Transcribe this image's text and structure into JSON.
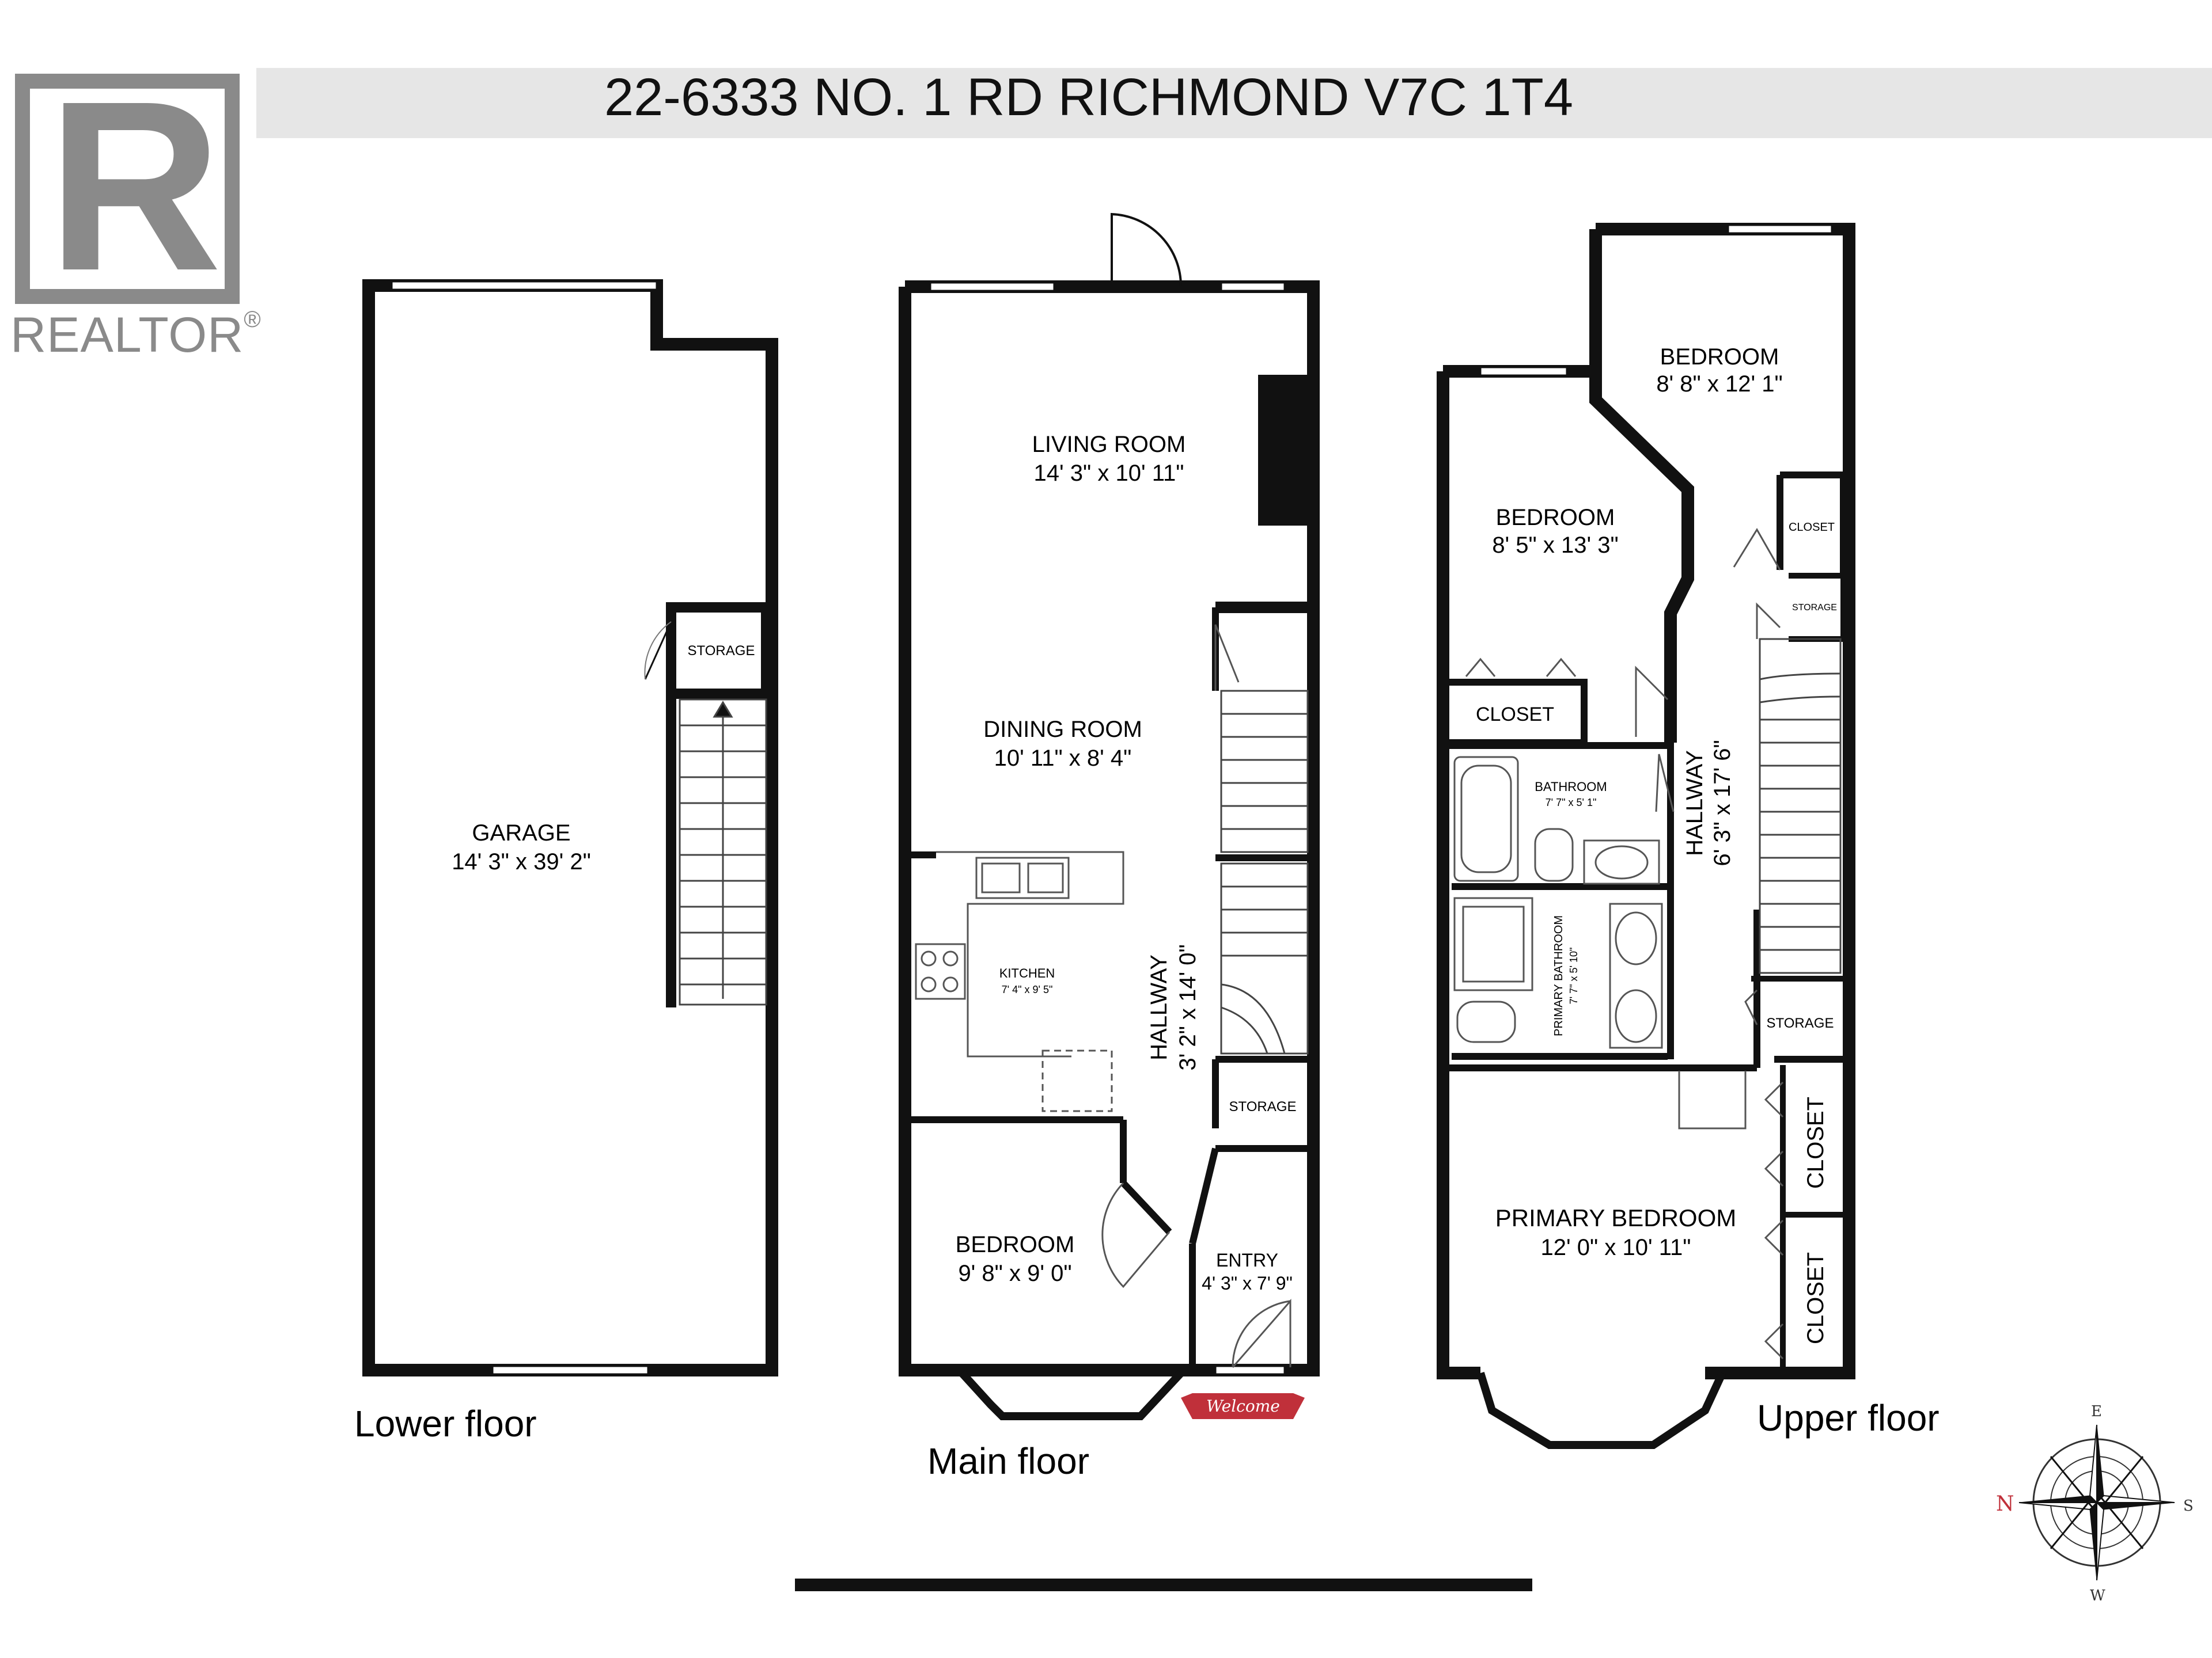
{
  "title": "22-6333 NO. 1 RD RICHMOND V7C 1T4",
  "logo": {
    "letter": "R",
    "wordmark": "REALTOR",
    "mark": "®"
  },
  "floors": {
    "lower": {
      "label": "Lower floor",
      "rooms": [
        {
          "name": "GARAGE",
          "dims": "14' 3\" x 39' 2\""
        },
        {
          "name": "STORAGE",
          "dims": ""
        }
      ]
    },
    "main": {
      "label": "Main floor",
      "rooms": [
        {
          "name": "LIVING ROOM",
          "dims": "14' 3\" x 10' 11\""
        },
        {
          "name": "DINING ROOM",
          "dims": "10' 11\" x 8' 4\""
        },
        {
          "name": "KITCHEN",
          "dims": "7' 4\" x 9' 5\""
        },
        {
          "name": "HALLWAY",
          "dims": "3' 2\" x 14' 0\""
        },
        {
          "name": "STORAGE",
          "dims": ""
        },
        {
          "name": "BEDROOM",
          "dims": "9' 8\" x 9' 0\""
        },
        {
          "name": "ENTRY",
          "dims": "4' 3\" x 7' 9\""
        }
      ],
      "welcome_mat": "Welcome"
    },
    "upper": {
      "label": "Upper floor",
      "rooms": [
        {
          "name": "BEDROOM",
          "dims": "8' 8\" x 12' 1\""
        },
        {
          "name": "BEDROOM",
          "dims": "8' 5\" x 13' 3\""
        },
        {
          "name": "CLOSET",
          "dims": ""
        },
        {
          "name": "STORAGE",
          "dims": ""
        },
        {
          "name": "CLOSET",
          "dims": ""
        },
        {
          "name": "BATHROOM",
          "dims": "7' 7\" x 5' 1\""
        },
        {
          "name": "PRIMARY BATHROOM",
          "dims": "7' 7\" x 5' 10\""
        },
        {
          "name": "HALLWAY",
          "dims": "6' 3\" x 17' 6\""
        },
        {
          "name": "STORAGE",
          "dims": ""
        },
        {
          "name": "PRIMARY BEDROOM",
          "dims": "12' 0\" x 10' 11\""
        },
        {
          "name": "CLOSET",
          "dims": ""
        },
        {
          "name": "CLOSET",
          "dims": ""
        }
      ]
    }
  },
  "compass": {
    "n": "N",
    "e": "E",
    "s": "S",
    "w": "W"
  },
  "colors": {
    "wall": "#111111",
    "banner": "#e6e6e6",
    "logo": "#8a8a8a",
    "mat": "#c0303a"
  }
}
